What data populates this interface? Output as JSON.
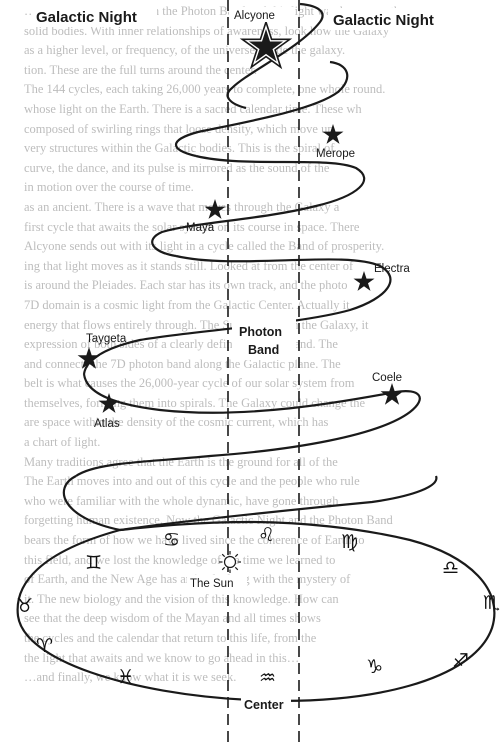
{
  "titles": {
    "left": "Galactic Night",
    "right": "Galactic Night"
  },
  "center_band": {
    "line1": "Photon",
    "line2": "Band",
    "bottom": "Center"
  },
  "stars": [
    {
      "id": "alcyone",
      "name": "Alcyone"
    },
    {
      "id": "merope",
      "name": "Merope"
    },
    {
      "id": "maya",
      "name": "Maya"
    },
    {
      "id": "electra",
      "name": "Electra"
    },
    {
      "id": "taygeta",
      "name": "Taygeta"
    },
    {
      "id": "coele",
      "name": "Coele"
    },
    {
      "id": "atlas",
      "name": "Atlas"
    }
  ],
  "sun": {
    "name": "The Sun"
  },
  "zodiac": {
    "cancer": "♋",
    "leo": "♌",
    "virgo": "♍",
    "gemini": "♊",
    "libra": "♎",
    "taurus": "♉",
    "scorpio": "♏",
    "aries": "♈",
    "sagittarius": "♐",
    "pisces": "♓",
    "aquarius": "♒",
    "capricorn": "♑"
  },
  "background_text": [
    "…its own orbit for it. Then the Photon Band and this light was known as the",
    "solid bodies. With inner relationships of awareness, look how the Galaxy",
    "as a higher level, or frequency, of the universe inside the galaxy.",
    "tion. These are the full turns around the center.",
    "The 144 cycles, each taking 26,000 years to complete, one whole round.",
    "whose light on the Earth. There is a sacred calendar time. These wh",
    "composed of swirling rings that loose density, which move up",
    "very structures within the Galactic bodies. This is the spiral of",
    "curve, the dance, and its pulse is mirrored as the sound of the",
    "in motion over the course of time.",
    "as an ancient. There is a wave that moves through the Galaxy a",
    "first cycle that awaits the solar system on its course in space. There",
    "Alcyone sends out with its light in a cycle called the Band of prosperity.",
    "ing that light moves as it stands still. Looked at from the center of",
    "is around the Pleiades. Each star has its own track, and the photo",
    "7D domain is a cosmic light from the Galactic Center. Actually it",
    "energy that flows entirely through. The Sun is found in the Galaxy, it",
    "expression of both sides of a clearly defined Photon Band. The",
    "and connects the 7D photon band along the Galactic plane. The",
    "belt is what causes the 26,000-year cycle of our solar system from",
    "themselves, forming them into spirals. The Galaxy could change the",
    "are space within the density of the cosmic current, which has",
    "a chart of light.",
    "Many traditions agree that the Earth is the ground for all of the",
    "The Earth moves into and out of this cycle and the people who rule",
    "who were familiar with the whole dynamic, have gone through",
    "forgetting human existence. Now the Galactic Night and the Photon Band",
    "bears the form of how we have lived since the coherence of Earth to",
    "this field, and we lost the knowledge of the time we learned to",
    "of Earth, and the New Age has arrived, along with the mystery of",
    "it. The new biology and the vision of this knowledge. How can",
    "see that the deep wisdom of the Mayan and all times shows",
    "the cycles and the calendar that return to this life, from the",
    "the light that awaits and we know to go ahead in this…",
    "…and finally, we know what it is we seek."
  ]
}
